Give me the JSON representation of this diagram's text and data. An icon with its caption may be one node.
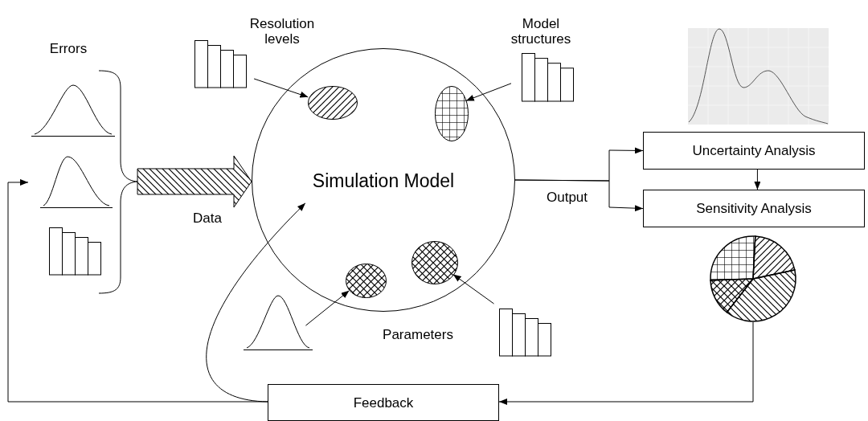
{
  "diagram": {
    "nodes": [
      {
        "text": [
          "Errors"
        ]
      },
      {
        "text": [],
        "shape": "curve",
        "in": 0
      },
      {
        "text": [],
        "shape": "curve",
        "in": 0
      },
      {
        "text": [],
        "shape": "bar",
        "in": 0
      },
      {
        "text": [
          "Simulation Model"
        ]
      },
      {
        "text": [],
        "shape": "ellipse",
        "in": 4
      },
      {
        "text": [],
        "shape": "ellipse",
        "in": 4
      },
      {
        "text": [],
        "shape": "ellipse",
        "in": 4
      },
      {
        "text": [],
        "shape": "ellipse",
        "in": 4
      },
      {
        "text": [],
        "shape": "bar",
        "beside": [
          "Resolution levels"
        ]
      },
      {
        "text": [],
        "shape": "bar",
        "beside": [
          "Model structures"
        ]
      },
      {
        "text": [],
        "shape": "curve"
      },
      {
        "text": [],
        "shape": "bar"
      },
      {
        "text": [
          "Uncertainty Analysis"
        ]
      },
      {
        "text": [
          "Sensitivity Analysis"
        ]
      },
      {
        "text": [],
        "shape": "pie"
      },
      {
        "text": [
          "Feedback"
        ]
      },
      {
        "text": [],
        "shape": "plot"
      }
    ],
    "edges": [
      {
        "from": 0,
        "to": 4,
        "arrow": "to",
        "label": "Data",
        "style": "thick"
      },
      {
        "from": 9,
        "to": 5,
        "arrow": "to"
      },
      {
        "from": 10,
        "to": 6,
        "arrow": "to"
      },
      {
        "from": 11,
        "to": 7,
        "arrow": "to"
      },
      {
        "from": 12,
        "to": 8,
        "arrow": "to"
      },
      {
        "from": 4,
        "to": 13,
        "arrow": "to",
        "label": "Output"
      },
      {
        "from": 4,
        "to": 14,
        "arrow": "to"
      },
      {
        "from": 13,
        "to": 14,
        "arrow": "to"
      },
      {
        "from": 15,
        "to": 16,
        "arrow": "to"
      },
      {
        "from": 16,
        "to": 0,
        "arrow": "to"
      },
      {
        "from": 16,
        "to": 4,
        "arrow": "to"
      }
    ],
    "labels": [
      "Parameters"
    ]
  }
}
